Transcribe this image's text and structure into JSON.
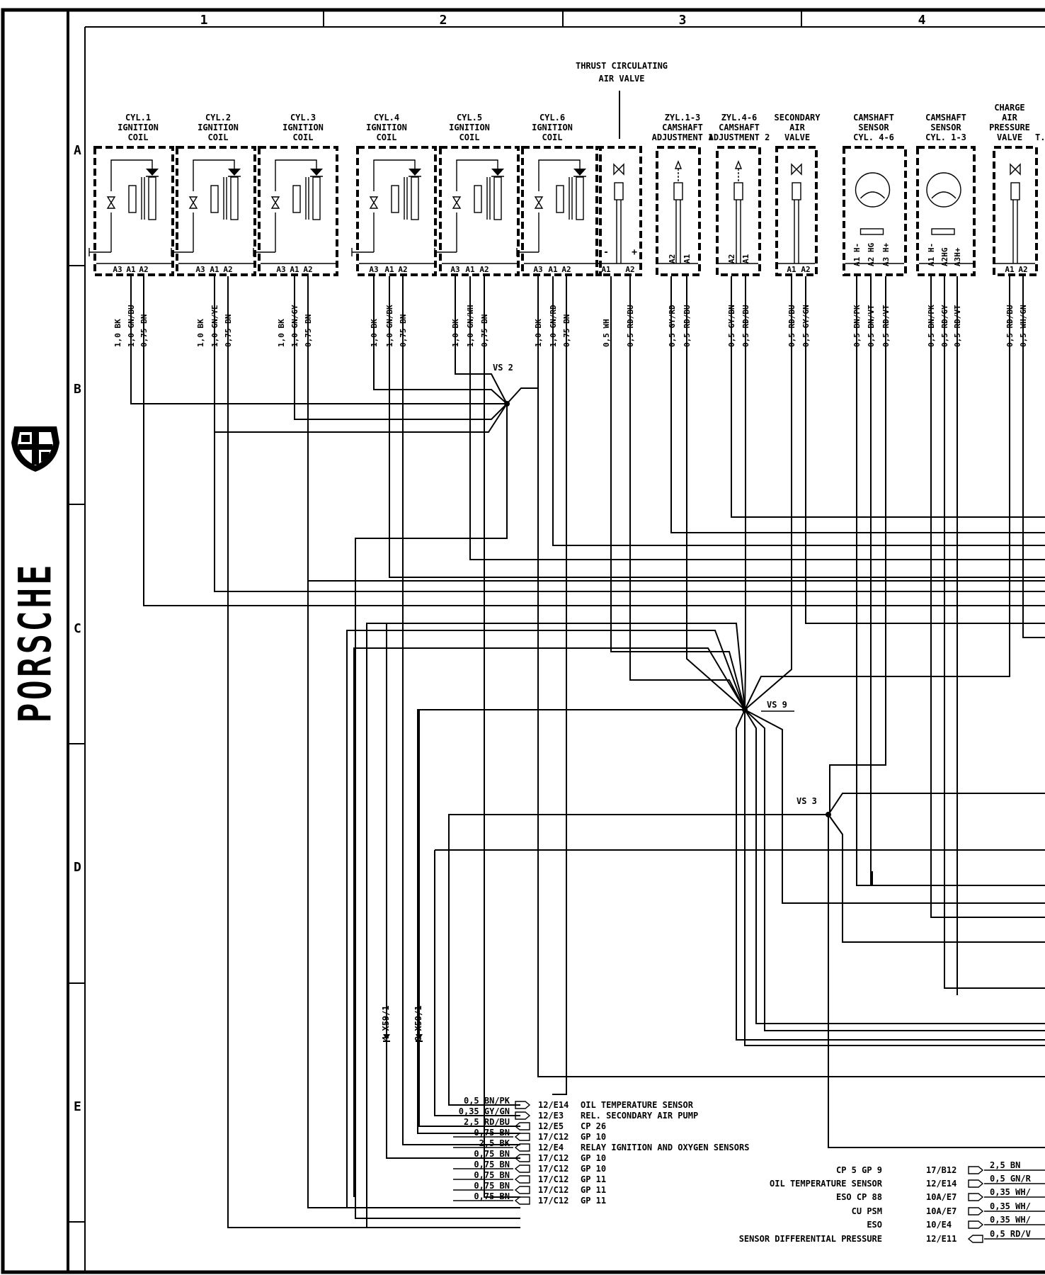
{
  "brand": {
    "name": "PORSCHE"
  },
  "grid": {
    "columns": [
      "1",
      "2",
      "3",
      "4"
    ],
    "rows": [
      "A",
      "B",
      "C",
      "D",
      "E"
    ]
  },
  "header_labels": {
    "thrust_valve": [
      "THRUST CIRCULATING",
      "AIR VALVE"
    ]
  },
  "components": [
    {
      "title": [
        "CYL.1",
        "IGNITION",
        "COIL"
      ],
      "pins": [
        "A3",
        "A1",
        "A2"
      ],
      "wires": [
        "1,0 BK",
        "1,0 GN/BU",
        "0,75 BN"
      ]
    },
    {
      "title": [
        "CYL.2",
        "IGNITION",
        "COIL"
      ],
      "pins": [
        "A3",
        "A1",
        "A2"
      ],
      "wires": [
        "1,0 BK",
        "1,0 GN/YE",
        "0,75 BN"
      ]
    },
    {
      "title": [
        "CYL.3",
        "IGNITION",
        "COIL"
      ],
      "pins": [
        "A3",
        "A1",
        "A2"
      ],
      "wires": [
        "1,0 BK",
        "1,0 GN/GY",
        "0,75 BN"
      ]
    },
    {
      "title": [
        "CYL.4",
        "IGNITION",
        "COIL"
      ],
      "pins": [
        "A3",
        "A1",
        "A2"
      ],
      "wires": [
        "1,0 BK",
        "1,0 GN/BK",
        "0,75 BN"
      ]
    },
    {
      "title": [
        "CYL.5",
        "IGNITION",
        "COIL"
      ],
      "pins": [
        "A3",
        "A1",
        "A2"
      ],
      "wires": [
        "1,0 BK",
        "1,0 GN/WH",
        "0,75 BN"
      ]
    },
    {
      "title": [
        "CYL.6",
        "IGNITION",
        "COIL"
      ],
      "pins": [
        "A3",
        "A1",
        "A2"
      ],
      "wires": [
        "1,0 BK",
        "1,0 GN/RD",
        "0,75 BN"
      ]
    },
    {
      "title": [],
      "pins": [
        "A1",
        "A2"
      ],
      "wires": [
        "0,5 WH",
        "0,5 RD/BU"
      ]
    },
    {
      "title": [
        "ZYL.1-3",
        "CAMSHAFT",
        "ADJUSTMENT 1"
      ],
      "pins": [
        "A2",
        "A1"
      ],
      "wires": [
        "0,5 GY/RD",
        "0,5 RD/BU"
      ]
    },
    {
      "title": [
        "ZYL.4-6",
        "CAMSHAFT",
        "ADJUSTMENT 2"
      ],
      "pins": [
        "A2",
        "A1"
      ],
      "wires": [
        "0,5 GY/BN",
        "0,5 RD/BU"
      ]
    },
    {
      "title": [
        "SECONDARY",
        "AIR",
        "VALVE"
      ],
      "pins": [
        "A1",
        "A2"
      ],
      "wires": [
        "0,5 RD/BU",
        "0,5 GY/GN"
      ]
    },
    {
      "title": [
        "CAMSHAFT",
        "SENSOR",
        "CYL. 4-6"
      ],
      "pins": [
        "A1 H-",
        "A2 HG",
        "A3 H+"
      ],
      "wires": [
        "0,5 BN/PK",
        "0,5 BN/VT",
        "0,5 RD/VT"
      ]
    },
    {
      "title": [
        "CAMSHAFT",
        "SENSOR",
        "CYL. 1-3"
      ],
      "pins": [
        "A1 H-",
        "A2HG",
        "A3H+"
      ],
      "wires": [
        "0,5 BN/PK",
        "0,5 RD/GY",
        "0,5 RD/VT"
      ]
    },
    {
      "title": [
        "CHARGE",
        "AIR",
        "PRESSURE",
        "VALVE"
      ],
      "pins": [
        "A1",
        "A2"
      ],
      "wires": [
        "0,5 RD/BU",
        "0,5 WH/GN"
      ]
    }
  ],
  "polarity": [
    "-",
    "+"
  ],
  "trunc_label": "T.",
  "splices": [
    "VS 2",
    "VS 9",
    "VS 3"
  ],
  "connectors": [
    {
      "pin": "4",
      "ref": "X59/1"
    },
    {
      "pin": "8",
      "ref": "X59/1"
    }
  ],
  "left_connections": [
    {
      "wire": "0,5 BN/PK",
      "ref": "12/E14",
      "desc": "OIL TEMPERATURE SENSOR"
    },
    {
      "wire": "0,35 GY/GN",
      "ref": "12/E3",
      "desc": "REL. SECONDARY AIR PUMP"
    },
    {
      "wire": "2,5 RD/BU",
      "ref": "12/E5",
      "desc": "CP 26"
    },
    {
      "wire": "0,75 BN",
      "ref": "17/C12",
      "desc": "GP 10"
    },
    {
      "wire": "2,5 BK",
      "ref": "12/E4",
      "desc": "RELAY  IGNITION AND OXYGEN SENSORS"
    },
    {
      "wire": "0,75 BN",
      "ref": "17/C12",
      "desc": "GP 10"
    },
    {
      "wire": "0,75 BN",
      "ref": "17/C12",
      "desc": "GP 10"
    },
    {
      "wire": "0,75 BN",
      "ref": "17/C12",
      "desc": "GP 11"
    },
    {
      "wire": "0,75 BN",
      "ref": "17/C12",
      "desc": "GP 11"
    },
    {
      "wire": "0,75 BN",
      "ref": "17/C12",
      "desc": "GP 11"
    }
  ],
  "right_connections": [
    {
      "desc": "CP 5 GP 9",
      "ref": "17/B12",
      "wire": "2,5 BN"
    },
    {
      "desc": "OIL TEMPERATURE SENSOR",
      "ref": "12/E14",
      "wire": "0,5 GN/R"
    },
    {
      "desc": "ESO  CP 88",
      "ref": "10A/E7",
      "wire": "0,35 WH/"
    },
    {
      "desc": "CU PSM",
      "ref": "10A/E7",
      "wire": "0,35 WH/"
    },
    {
      "desc": "ESO",
      "ref": "10/E4",
      "wire": "0,35 WH/"
    },
    {
      "desc": "SENSOR DIFFERENTIAL PRESSURE",
      "ref": "12/E11",
      "wire": "0,5 RD/V"
    }
  ]
}
